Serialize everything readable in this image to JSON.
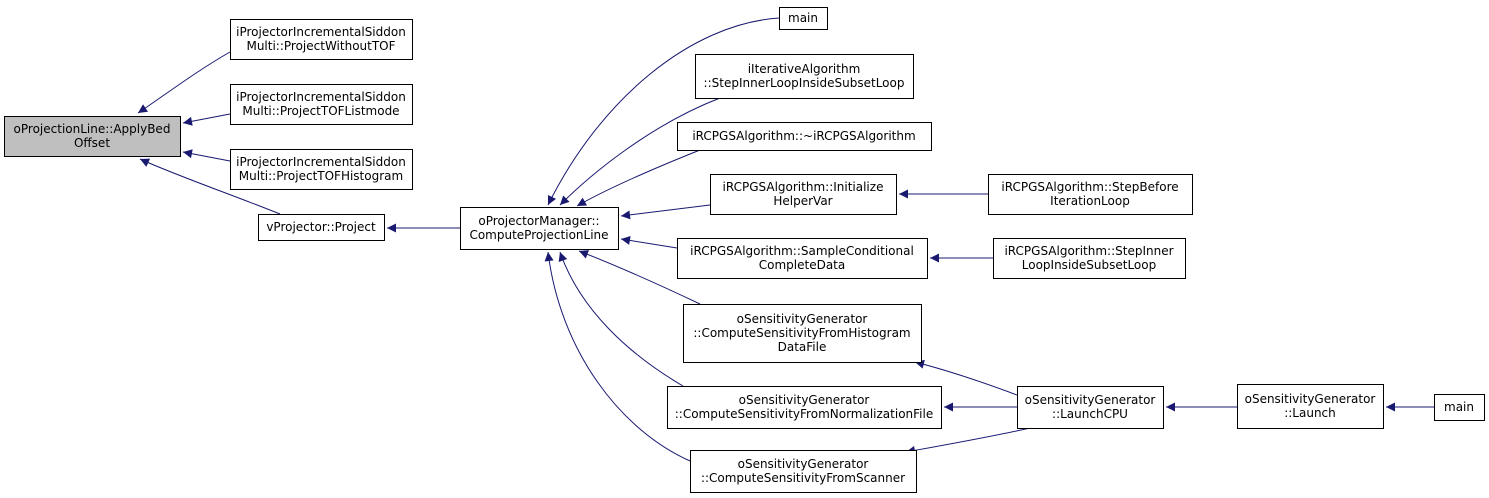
{
  "colors": {
    "edge": "#191970",
    "focus_fill": "#bfbfbf",
    "node_fill": "#ffffff",
    "node_border": "#000000"
  },
  "nodes": {
    "apply_bed_offset": [
      "oProjectionLine::ApplyBed",
      "Offset"
    ],
    "project_without_tof": [
      "iProjectorIncrementalSiddon",
      "Multi::ProjectWithoutTOF"
    ],
    "project_tof_listmode": [
      "iProjectorIncrementalSiddon",
      "Multi::ProjectTOFListmode"
    ],
    "project_tof_histogram": [
      "iProjectorIncrementalSiddon",
      "Multi::ProjectTOFHistogram"
    ],
    "vprojector_project": [
      "vProjector::Project"
    ],
    "compute_projection_line": [
      "oProjectorManager::",
      "ComputeProjectionLine"
    ],
    "main_top": [
      "main"
    ],
    "step_inner_loop_inside_subset_loop": [
      "iIterativeAlgorithm",
      "::StepInnerLoopInsideSubsetLoop"
    ],
    "rcpgs_destructor": [
      "iRCPGSAlgorithm::~iRCPGSAlgorithm"
    ],
    "rcpgs_initialize_helper_var": [
      "iRCPGSAlgorithm::Initialize",
      "HelperVar"
    ],
    "rcpgs_step_before_iteration_loop": [
      "iRCPGSAlgorithm::StepBefore",
      "IterationLoop"
    ],
    "rcpgs_sample_conditional_complete_data": [
      "iRCPGSAlgorithm::SampleConditional",
      "CompleteData"
    ],
    "rcpgs_step_inner_loop_inside_subset_loop": [
      "iRCPGSAlgorithm::StepInner",
      "LoopInsideSubsetLoop"
    ],
    "sens_from_histogram": [
      "oSensitivityGenerator",
      "::ComputeSensitivityFromHistogram",
      "DataFile"
    ],
    "sens_from_normalization": [
      "oSensitivityGenerator",
      "::ComputeSensitivityFromNormalizationFile"
    ],
    "sens_from_scanner": [
      "oSensitivityGenerator",
      "::ComputeSensitivityFromScanner"
    ],
    "launch_cpu": [
      "oSensitivityGenerator",
      "::LaunchCPU"
    ],
    "launch": [
      "oSensitivityGenerator",
      "::Launch"
    ],
    "main_right": [
      "main"
    ]
  },
  "edges": [
    {
      "from": "project_without_tof",
      "to": "apply_bed_offset"
    },
    {
      "from": "project_tof_listmode",
      "to": "apply_bed_offset"
    },
    {
      "from": "project_tof_histogram",
      "to": "apply_bed_offset"
    },
    {
      "from": "vprojector_project",
      "to": "apply_bed_offset"
    },
    {
      "from": "compute_projection_line",
      "to": "vprojector_project"
    },
    {
      "from": "main_top",
      "to": "compute_projection_line"
    },
    {
      "from": "step_inner_loop_inside_subset_loop",
      "to": "compute_projection_line"
    },
    {
      "from": "rcpgs_destructor",
      "to": "compute_projection_line"
    },
    {
      "from": "rcpgs_initialize_helper_var",
      "to": "compute_projection_line"
    },
    {
      "from": "rcpgs_sample_conditional_complete_data",
      "to": "compute_projection_line"
    },
    {
      "from": "sens_from_histogram",
      "to": "compute_projection_line"
    },
    {
      "from": "sens_from_normalization",
      "to": "compute_projection_line"
    },
    {
      "from": "sens_from_scanner",
      "to": "compute_projection_line"
    },
    {
      "from": "rcpgs_step_before_iteration_loop",
      "to": "rcpgs_initialize_helper_var"
    },
    {
      "from": "rcpgs_step_inner_loop_inside_subset_loop",
      "to": "rcpgs_sample_conditional_complete_data"
    },
    {
      "from": "launch_cpu",
      "to": "sens_from_histogram"
    },
    {
      "from": "launch_cpu",
      "to": "sens_from_normalization"
    },
    {
      "from": "launch_cpu",
      "to": "sens_from_scanner"
    },
    {
      "from": "launch",
      "to": "launch_cpu"
    },
    {
      "from": "main_right",
      "to": "launch"
    }
  ]
}
